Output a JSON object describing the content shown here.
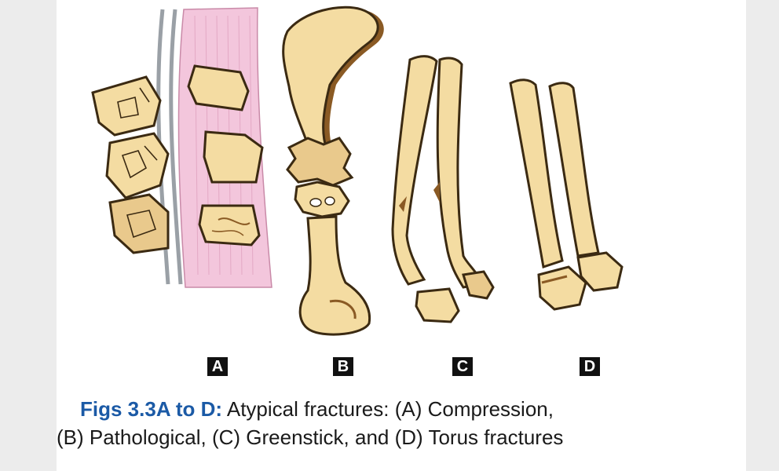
{
  "panels": {
    "a": "A",
    "b": "B",
    "c": "C",
    "d": "D"
  },
  "caption": {
    "figure_number": "Figs 3.3A to D:",
    "line1_text": " Atypical fractures: (A) Compression,",
    "line2_text": "(B)  Pathological, (C) Greenstick, and (D) Torus fractures"
  },
  "colors": {
    "bone": "#f4dca2",
    "bone_outline": "#3b2a12",
    "bone_shadow": "#8a5a24",
    "disc": "#f3c6dc",
    "spinal_canal": "#9aa0a6",
    "figure_number": "#1b5aa6",
    "label_bg": "#111111"
  }
}
